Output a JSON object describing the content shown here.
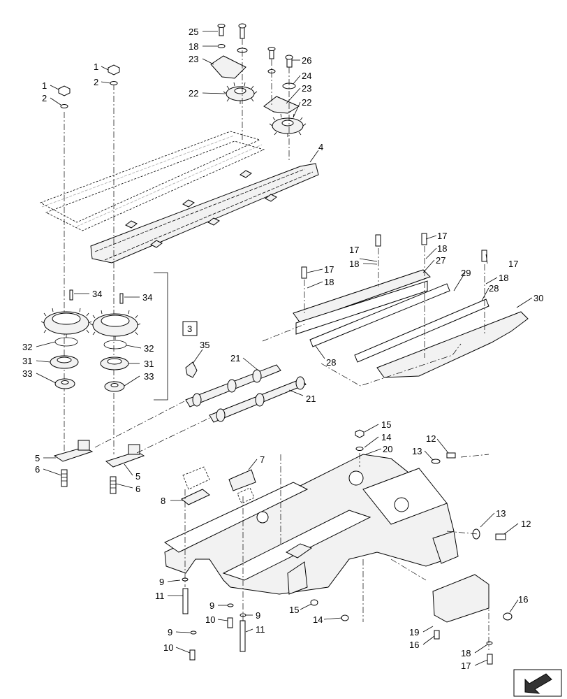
{
  "diagram": {
    "callouts": [
      {
        "id": "c25",
        "text": "25"
      },
      {
        "id": "c18a",
        "text": "18"
      },
      {
        "id": "c23a",
        "text": "23"
      },
      {
        "id": "c22a",
        "text": "22"
      },
      {
        "id": "c26",
        "text": "26"
      },
      {
        "id": "c24",
        "text": "24"
      },
      {
        "id": "c23b",
        "text": "23"
      },
      {
        "id": "c22b",
        "text": "22"
      },
      {
        "id": "c1a",
        "text": "1"
      },
      {
        "id": "c2a",
        "text": "2"
      },
      {
        "id": "c1b",
        "text": "1"
      },
      {
        "id": "c2b",
        "text": "2"
      },
      {
        "id": "c4",
        "text": "4"
      },
      {
        "id": "c34a",
        "text": "34"
      },
      {
        "id": "c34b",
        "text": "34"
      },
      {
        "id": "c3",
        "text": "3"
      },
      {
        "id": "c32a",
        "text": "32"
      },
      {
        "id": "c32b",
        "text": "32"
      },
      {
        "id": "c31a",
        "text": "31"
      },
      {
        "id": "c31b",
        "text": "31"
      },
      {
        "id": "c33a",
        "text": "33"
      },
      {
        "id": "c33b",
        "text": "33"
      },
      {
        "id": "c35",
        "text": "35"
      },
      {
        "id": "c21a",
        "text": "21"
      },
      {
        "id": "c21b",
        "text": "21"
      },
      {
        "id": "c17a",
        "text": "17"
      },
      {
        "id": "c17b",
        "text": "17"
      },
      {
        "id": "c18b",
        "text": "18"
      },
      {
        "id": "c18c",
        "text": "18"
      },
      {
        "id": "c27",
        "text": "27"
      },
      {
        "id": "c17c",
        "text": "17"
      },
      {
        "id": "c17d",
        "text": "17"
      },
      {
        "id": "c18d",
        "text": "18"
      },
      {
        "id": "c29",
        "text": "29"
      },
      {
        "id": "c18e",
        "text": "18"
      },
      {
        "id": "c28a",
        "text": "28"
      },
      {
        "id": "c30",
        "text": "30"
      },
      {
        "id": "c28b",
        "text": "28"
      },
      {
        "id": "c5a",
        "text": "5"
      },
      {
        "id": "c5b",
        "text": "5"
      },
      {
        "id": "c6a",
        "text": "6"
      },
      {
        "id": "c6b",
        "text": "6"
      },
      {
        "id": "c7",
        "text": "7"
      },
      {
        "id": "c8",
        "text": "8"
      },
      {
        "id": "c15a",
        "text": "15"
      },
      {
        "id": "c14a",
        "text": "14"
      },
      {
        "id": "c20",
        "text": "20"
      },
      {
        "id": "c12a",
        "text": "12"
      },
      {
        "id": "c13a",
        "text": "13"
      },
      {
        "id": "c13b",
        "text": "13"
      },
      {
        "id": "c12b",
        "text": "12"
      },
      {
        "id": "c9a",
        "text": "9"
      },
      {
        "id": "c11a",
        "text": "11"
      },
      {
        "id": "c9b",
        "text": "9"
      },
      {
        "id": "c9c",
        "text": "9"
      },
      {
        "id": "c10a",
        "text": "10"
      },
      {
        "id": "c11b",
        "text": "11"
      },
      {
        "id": "c9d",
        "text": "9"
      },
      {
        "id": "c10b",
        "text": "10"
      },
      {
        "id": "c15b",
        "text": "15"
      },
      {
        "id": "c14b",
        "text": "14"
      },
      {
        "id": "c16a",
        "text": "16"
      },
      {
        "id": "c19",
        "text": "19"
      },
      {
        "id": "c16b",
        "text": "16"
      },
      {
        "id": "c18f",
        "text": "18"
      },
      {
        "id": "c17e",
        "text": "17"
      }
    ]
  }
}
